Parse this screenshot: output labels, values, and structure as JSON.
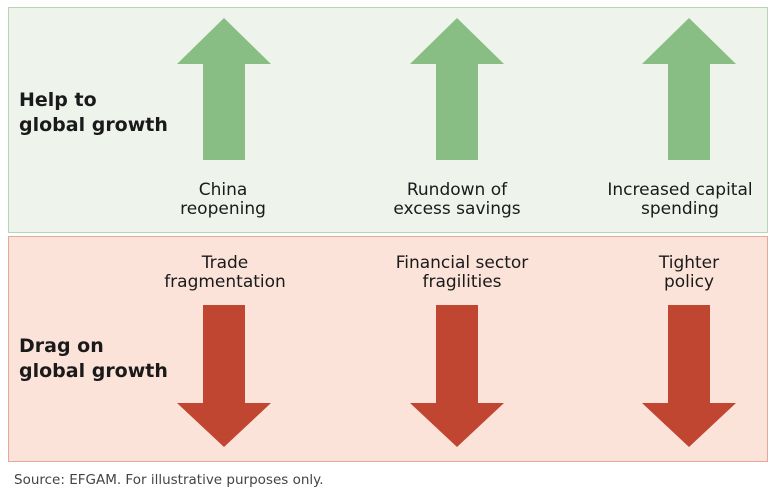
{
  "colors": {
    "up_panel_bg": "#eef3ec",
    "up_panel_border": "#b8d6b4",
    "up_arrow": "#88be84",
    "down_panel_bg": "#fce3d9",
    "down_panel_border": "#e7a79a",
    "down_arrow": "#c04632"
  },
  "up_panel": {
    "label": "Help to\nglobal growth",
    "items": [
      {
        "label": "China\nreopening",
        "arrow_icon": "up-arrow-icon"
      },
      {
        "label": "Rundown of\nexcess savings",
        "arrow_icon": "up-arrow-icon"
      },
      {
        "label": "Increased capital\nspending",
        "arrow_icon": "up-arrow-icon"
      }
    ]
  },
  "down_panel": {
    "label": "Drag on\nglobal growth",
    "items": [
      {
        "label": "Trade\nfragmentation",
        "arrow_icon": "down-arrow-icon"
      },
      {
        "label": "Financial sector\nfragilities",
        "arrow_icon": "down-arrow-icon"
      },
      {
        "label": "Tighter\npolicy",
        "arrow_icon": "down-arrow-icon"
      }
    ]
  },
  "source": "Source: EFGAM. For illustrative purposes only."
}
